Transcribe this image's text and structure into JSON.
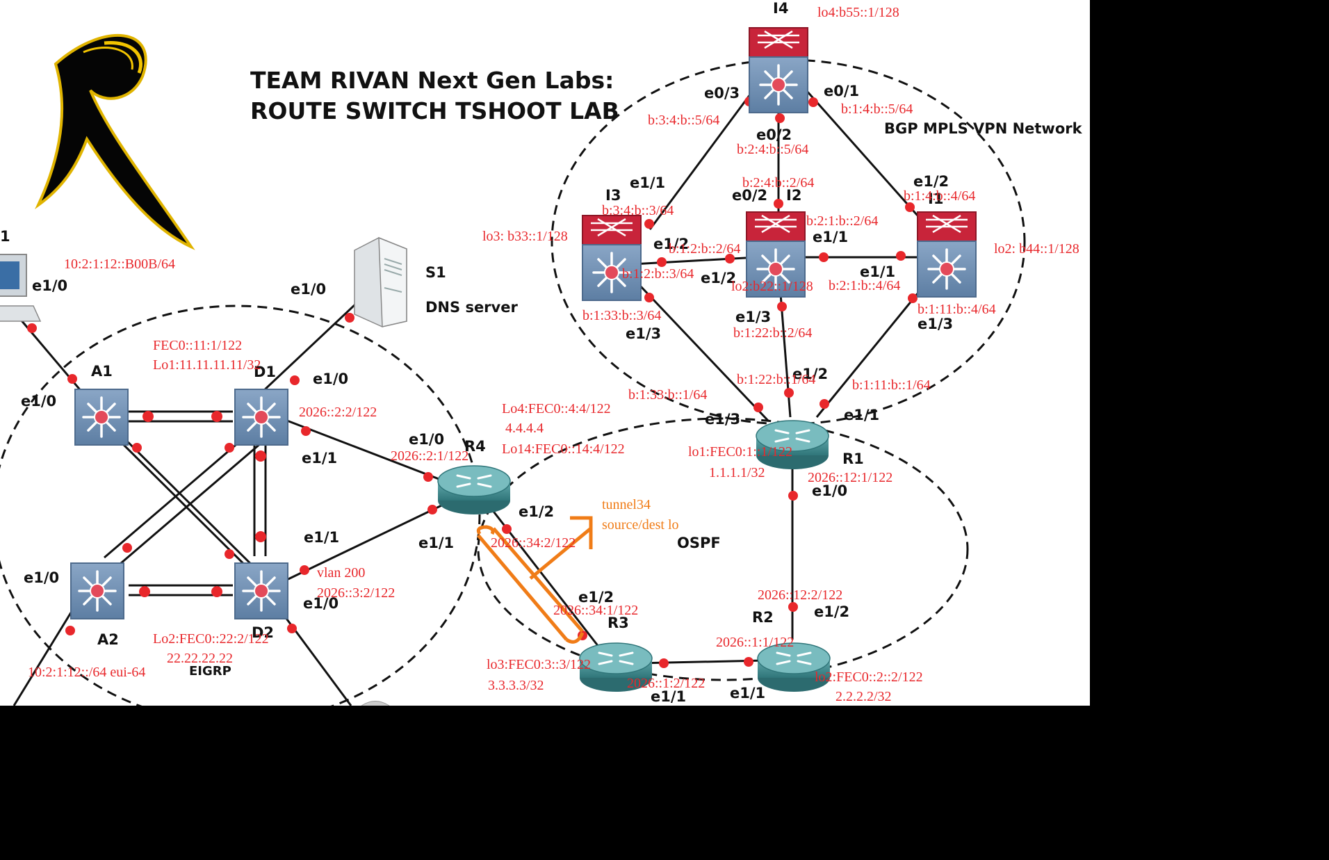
{
  "title": {
    "line1": "TEAM RIVAN Next Gen Labs:",
    "line2": "ROUTE SWITCH TSHOOT LAB"
  },
  "areas": {
    "bgp": "BGP MPLS VPN Network",
    "ospf": "OSPF",
    "eigrp": "EIGRP"
  },
  "tunnel": {
    "line1": "tunnel34",
    "line2": "source/dest lo"
  },
  "devices": {
    "i4": {
      "name": "I4",
      "lo": "lo4:b55::1/128"
    },
    "i3": {
      "name": "I3",
      "lo": "lo3: b33::1/128"
    },
    "i2": {
      "name": "I2",
      "lo": "lo2:b22::1/128"
    },
    "i1": {
      "name": "I1",
      "lo": "lo2: b44::1/128"
    },
    "r1": {
      "name": "R1",
      "lo": "lo1:FEC0:1::1/122",
      "ip": "1.1.1.1/32"
    },
    "r2": {
      "name": "R2",
      "lo": "lo2:FEC0::2::2/122",
      "ip": "2.2.2.2/32"
    },
    "r3": {
      "name": "R3",
      "lo": "lo3:FEC0:3::3/122",
      "ip": "3.3.3.3/32"
    },
    "r4": {
      "name": "R4",
      "lo": "Lo4:FEC0::4:4/122",
      "ip": "4.4.4.4",
      "lo14": "Lo14:FEC0::14:4/122"
    },
    "d1": {
      "name": "D1",
      "fec": "FEC0::11:1/122",
      "lo": "Lo1:11.11.11.11/32"
    },
    "d2": {
      "name": "D2",
      "lo": "Lo2:FEC0::22:2/122",
      "ip": "22.22.22.22"
    },
    "a1": {
      "name": "A1"
    },
    "a2": {
      "name": "A2"
    },
    "s1": {
      "name": "S1",
      "role": "DNS server"
    },
    "pc": {
      "name": "1",
      "addr": "10:2:1:12::B00B/64"
    }
  },
  "ifaces": {
    "i4_e03": "e0/3",
    "i4_e01": "e0/1",
    "i4_e02": "e0/2",
    "i3_e11": "e1/1",
    "i3_e12": "e1/2",
    "i3_e13": "e1/3",
    "i2_e02": "e0/2",
    "i2_e11": "e1/1",
    "i2_e12": "e1/2",
    "i2_e13": "e1/3",
    "i1_e12": "e1/2",
    "i1_e11": "e1/1",
    "i1_e13": "e1/3",
    "r1_e13": "e1/3",
    "r1_e12": "e1/2",
    "r1_e11": "e1/1",
    "r1_e10": "e1/0",
    "r4_e10": "e1/0",
    "r4_e12": "e1/2",
    "r4_e11": "e1/1",
    "r3_e12": "e1/2",
    "r3_e11": "e1/1",
    "r2_e12": "e1/2",
    "r2_e11": "e1/1",
    "d1_e10": "e1/0",
    "d1_e11": "e1/1",
    "d2_e11": "e1/1",
    "d2_e10": "e1/0",
    "s1_e10": "e1/0",
    "pc_e10": "e1/0",
    "a1_e10": "e1/0",
    "a2_e10": "e1/0"
  },
  "addrs": {
    "i4_e03": "b:3:4:b::5/64",
    "i4_e01": "b:1:4:b::5/64",
    "i4_e02": "b:2:4:b::5/64",
    "i2_e02": "b:2:4:b::2/64",
    "i3_e11": "b:3:4:b::3/64",
    "i1_e12": "b:1:4:b::4/64",
    "i2_e11": "b:2:1:b::2/64",
    "i2_e12": "b:1:2:b::2/64",
    "i3_e12": "b:1:2:b::3/64",
    "i1_e11": "b:2:1:b::4/64",
    "i1_e13": "b:1:11:b::4/64",
    "i3_e13": "b:1:33:b::3/64",
    "i2_e13": "b:1:22:b::2/64",
    "r1_e12": "b:1:22:b::1/64",
    "r1_e13": "b:1:33:b::1/64",
    "r1_e11": "b:1:11:b::1/64",
    "r1_e10": "2026::12:1/122",
    "r2_e12": "2026::12:2/122",
    "r2_e11": "2026::1:1/122",
    "r3_e11": "2026::1:2/122",
    "r3_e12": "2026::34:1/122",
    "r4_e12": "2026::34:2/122",
    "r4_e10": "2026::2:1/122",
    "d1_e11": "2026::2:2/122",
    "d2_vlan": "vlan 200",
    "d2_e11": "2026::3:2/122",
    "a2_net": "10:2:1:12::/64 eui-64"
  },
  "colors": {
    "link": "#111111",
    "dot": "#e8272b",
    "switch": "#6f8fb3",
    "router": "#3f8d8f",
    "xr_red": "#c8243a",
    "tunnel": "#f07c17"
  }
}
